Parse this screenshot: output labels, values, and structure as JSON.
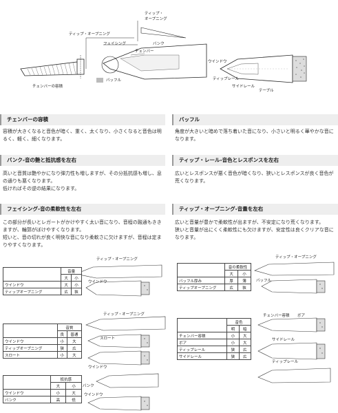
{
  "top_diagram": {
    "labels": {
      "tip_opening": "ティップ・オープニング",
      "facing": "フェイシング",
      "tip_opening2": "ティップ・\nオープニング",
      "bank": "バンク",
      "chamber": "チェンバー",
      "chamber_shape": "チェンバーの容積",
      "baffle": "バッフル",
      "window": "ウインドウ",
      "tip_rail": "ティップレール",
      "side_rail": "サイドレール",
      "table": "テーブル"
    }
  },
  "sections": [
    {
      "id": "chamber",
      "title": "チェンバーの容積",
      "paragraphs": [
        "容積が大きくなると音色が暗く、重く、太くなり、小さくなると音色は明るく、軽く、細くなります。"
      ]
    },
    {
      "id": "baffle",
      "title": "バッフル",
      "paragraphs": [
        "角度が大きいと暗めで落ち着いた音になり、小さいと明るく華やかな音になります。"
      ]
    },
    {
      "id": "bank",
      "title": "バンク-音の艶と抵抗感を左右",
      "paragraphs": [
        "高いと音質は艶やかになり弾力性も増しますが、その分抵抗感も増し、息の通りも悪くなります。",
        "低ければその逆の結果になります。"
      ]
    },
    {
      "id": "tiprail",
      "title": "ティップ・レール-音色とレスポンスを左右",
      "paragraphs": [
        "広いとレスポンスが悪く音色が暗くなり、狭いとレスポンスが良く音色が荒くなります。"
      ]
    },
    {
      "id": "facing",
      "title": "フェイシング-音の柔軟性を左右",
      "paragraphs": [
        "この部分が長いとレガートがかけやすく太い音になり、音程の融通もききますが、輪郭がぼけやすくなります。",
        "短いと、音の切れが良く明快な音になり柔軟さに欠けますが、音程は定まりやすくなります。"
      ]
    },
    {
      "id": "tipopening",
      "title": "ティップ・オープニング-音量を左右",
      "paragraphs": [
        "広いと音量が豊かで柔軟性が出ますが、不安定になり荒くなります。",
        "狭いと音量が出にくく柔軟性にも欠けますが、安定性は良くクリアな音になります。"
      ]
    }
  ],
  "tables": {
    "t1": {
      "header": "音量",
      "rows": [
        {
          "label": "",
          "left": "大",
          "right": "小"
        },
        {
          "label": "ウインドウ",
          "left": "大",
          "right": "小"
        },
        {
          "label": "ティップオープニング",
          "left": "広",
          "right": "狭"
        }
      ]
    },
    "t2": {
      "header": "音質",
      "rows": [
        {
          "label": "",
          "left": "良",
          "right": "普通"
        },
        {
          "label": "ウインドウ",
          "left": "小",
          "right": "大"
        },
        {
          "label": "ティップオープニング",
          "left": "狭",
          "right": "広"
        },
        {
          "label": "スロート",
          "left": "小",
          "right": "大"
        }
      ]
    },
    "t3": {
      "header": "抵抗感",
      "rows": [
        {
          "label": "",
          "left": "大",
          "right": "小"
        },
        {
          "label": "ウインドウ",
          "left": "小",
          "right": "大"
        },
        {
          "label": "バンク",
          "left": "高",
          "right": "低"
        }
      ]
    },
    "t4": {
      "header": "音の柔軟性",
      "rows": [
        {
          "label": "",
          "left": "大",
          "right": "小"
        },
        {
          "label": "バッフル厚み",
          "left": "厚",
          "right": "薄"
        },
        {
          "label": "ティップオープニング",
          "left": "広",
          "right": "狭"
        }
      ]
    },
    "t5": {
      "header": "音色",
      "rows": [
        {
          "label": "",
          "left": "明",
          "right": "暗"
        },
        {
          "label": "チェンバー容積",
          "left": "小",
          "right": "大"
        },
        {
          "label": "ボア",
          "left": "小",
          "right": "大"
        },
        {
          "label": "ティップレール",
          "left": "狭",
          "right": "広"
        },
        {
          "label": "サイドレール",
          "left": "狭",
          "right": "広"
        }
      ]
    }
  },
  "small_labels": {
    "tip_opening": "ティップ・オープニング",
    "window": "ウインドウ",
    "throat": "スロート",
    "bank": "バンク",
    "baffle": "バッフル",
    "tip_rail": "ティップレール",
    "side_rail": "サイドレール",
    "bore": "ボア",
    "chamber": "チェンバー容積"
  }
}
